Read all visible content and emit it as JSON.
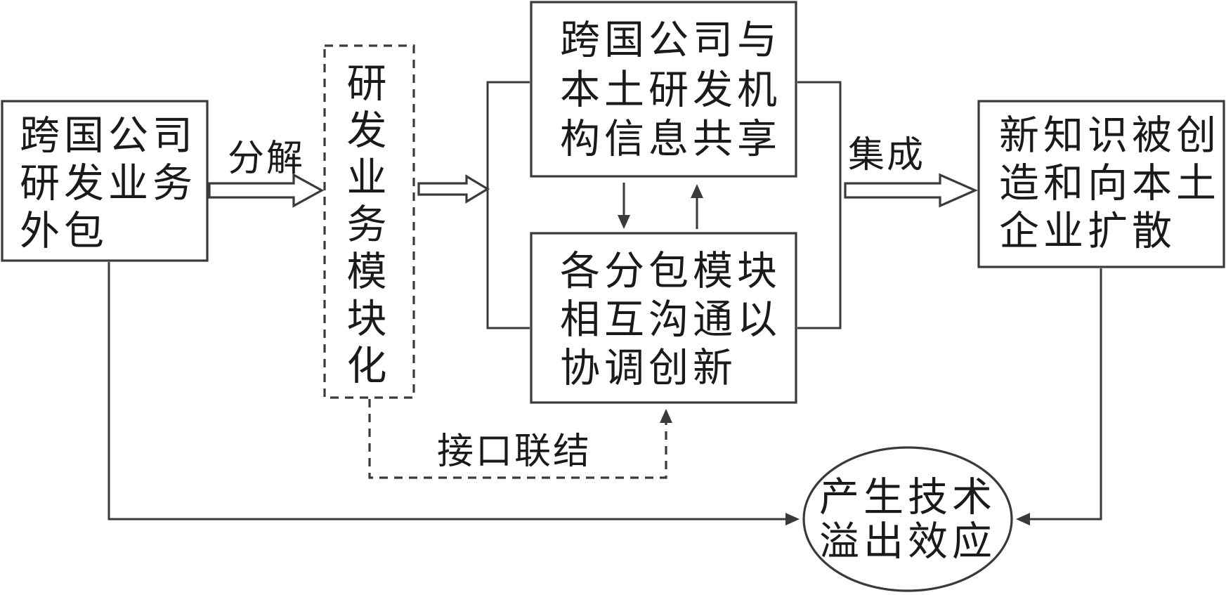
{
  "nodes": {
    "outsourcing": [
      "跨国公司",
      "研发业务",
      "外包"
    ],
    "modularization": [
      "研",
      "发",
      "业",
      "务",
      "模",
      "块",
      "化"
    ],
    "info_sharing": [
      "跨国公司与",
      "本土研发机",
      "构信息共享"
    ],
    "coordination": [
      "各分包模块",
      "相互沟通以",
      "协调创新"
    ],
    "knowledge": [
      "新知识被创",
      "造和向本土",
      "企业扩散"
    ],
    "spillover": [
      "产生技术",
      "溢出效应"
    ]
  },
  "edges": {
    "decompose": "分解",
    "integrate": "集成",
    "interface": "接口联结"
  }
}
